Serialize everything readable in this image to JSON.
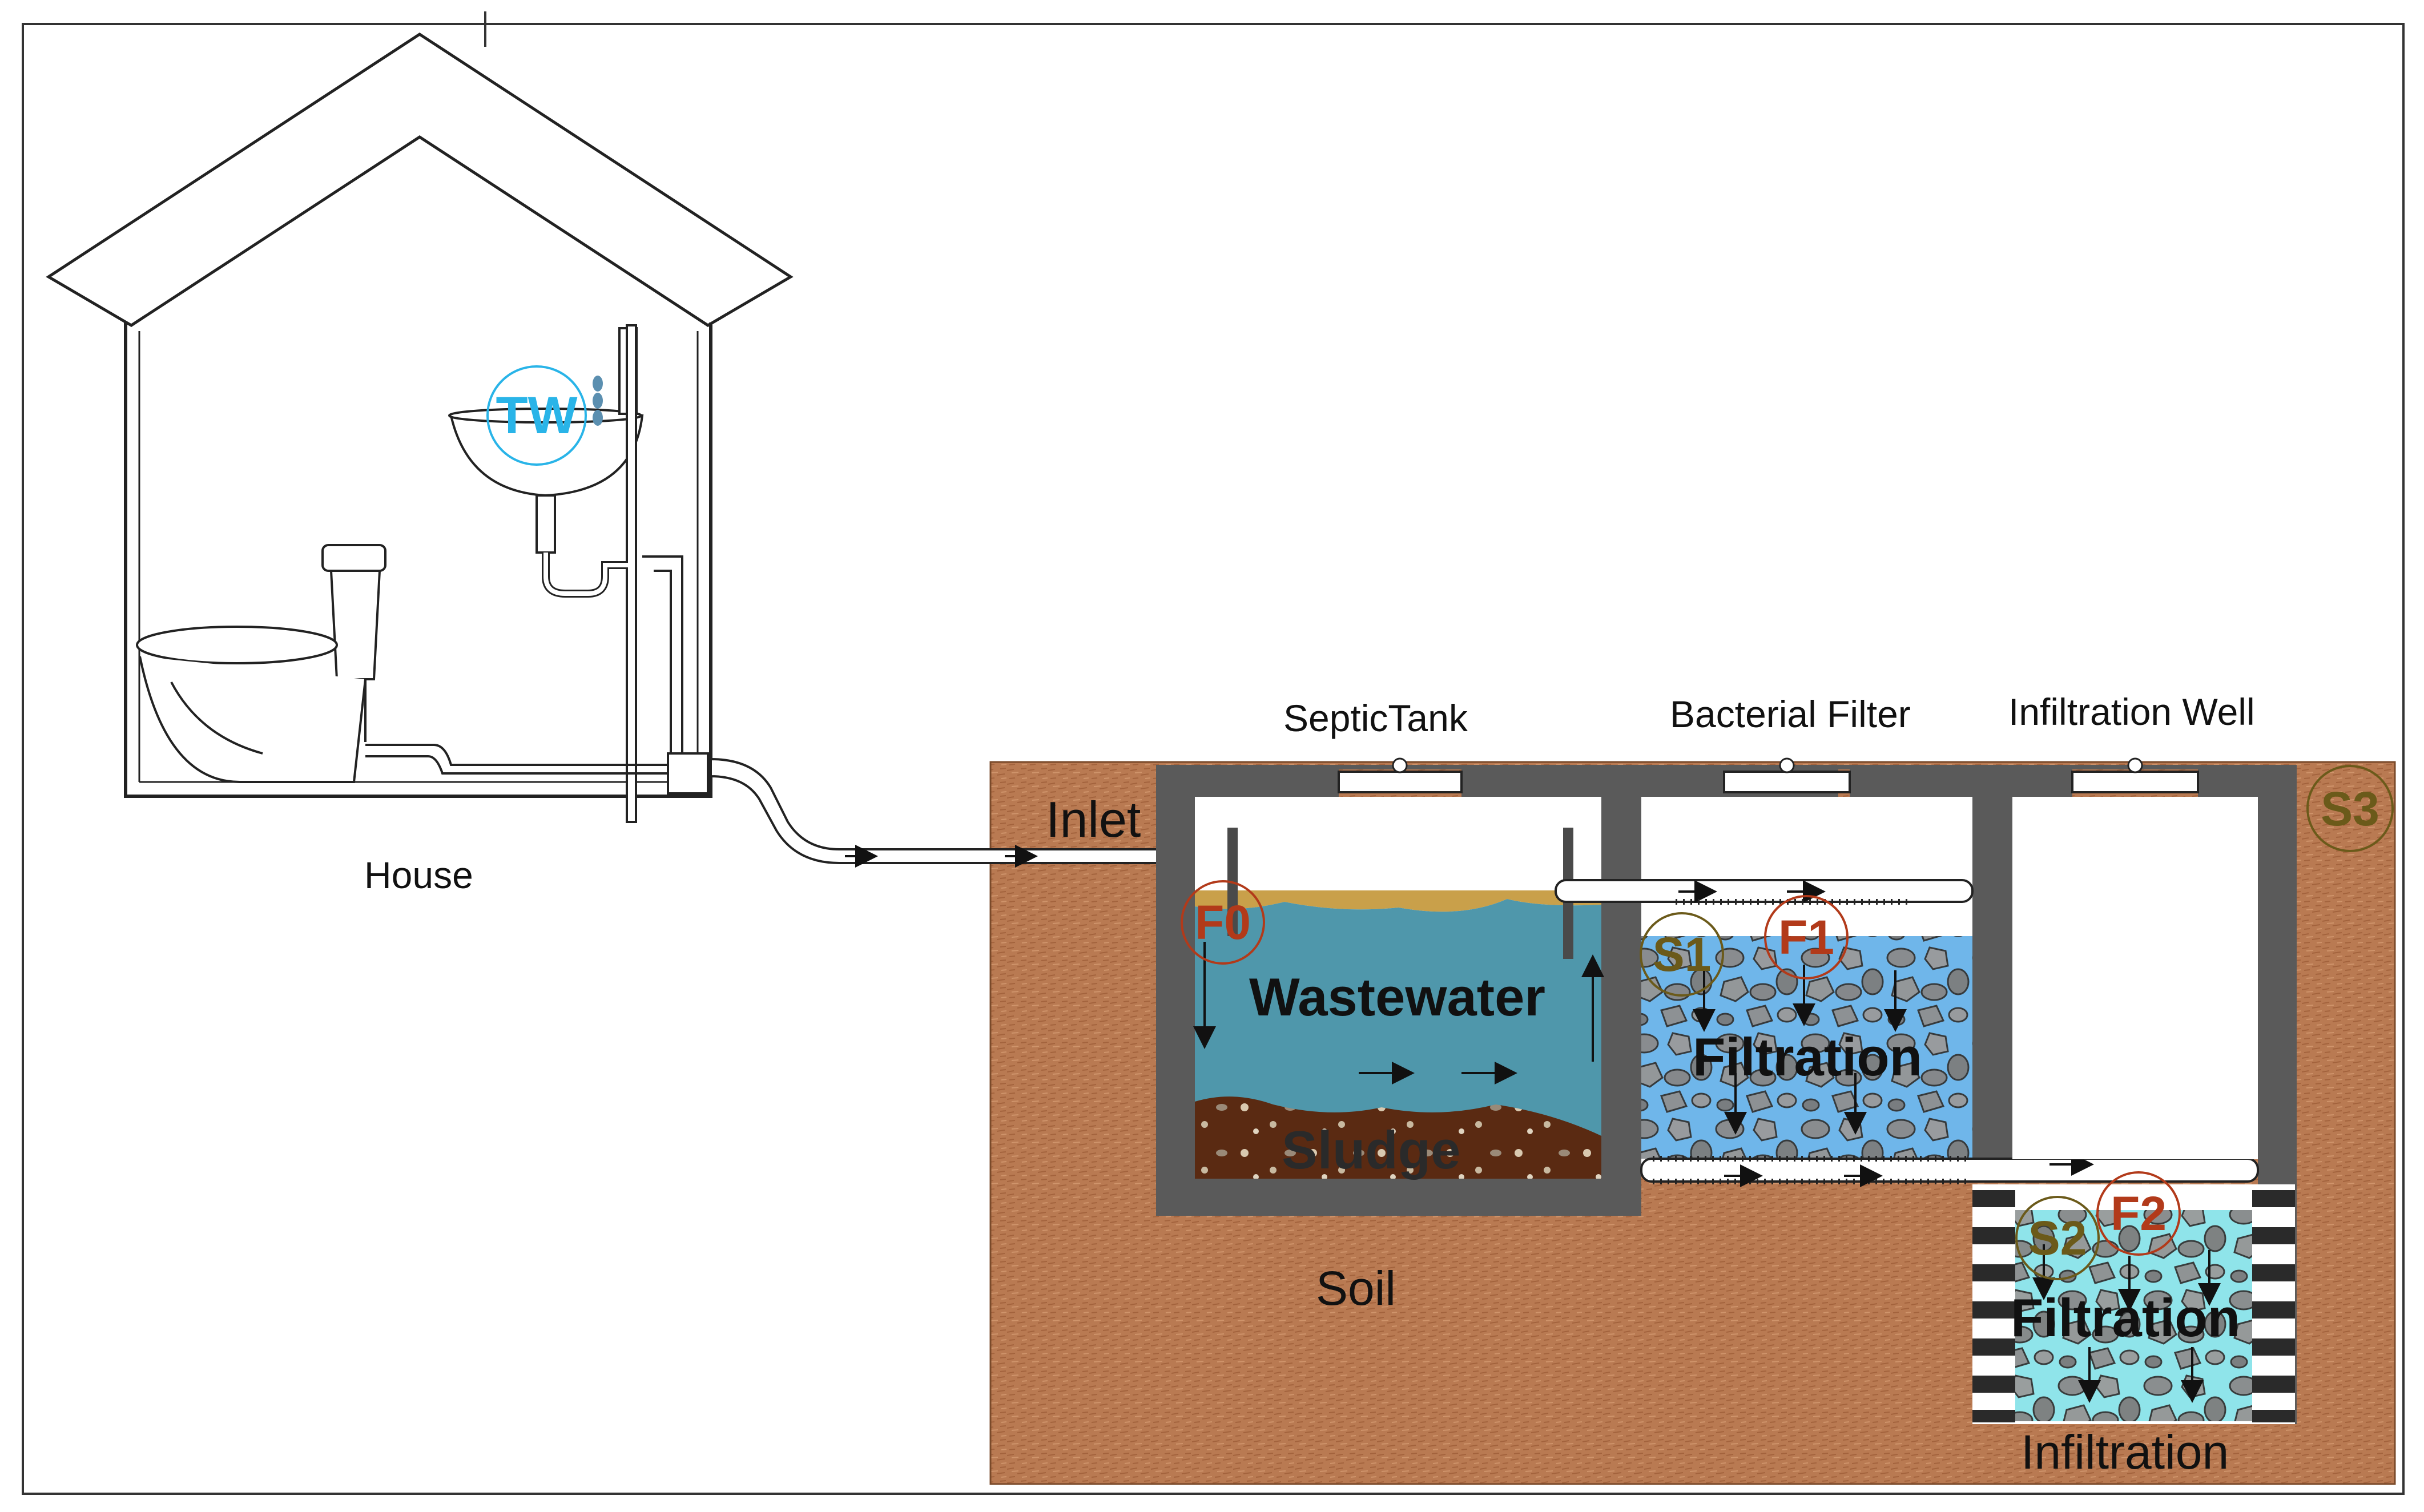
{
  "labels": {
    "house": "House",
    "septic_tank": "SepticTank",
    "bacterial_filter": "Bacterial Filter",
    "infiltration_well": "Infiltration Well",
    "inlet": "Inlet",
    "wastewater": "Wastewater",
    "sludge": "Sludge",
    "filtration_1": "Filtration",
    "filtration_2": "Filtration",
    "soil": "Soil",
    "infiltration": "Infiltration"
  },
  "markers": {
    "tw": "TW",
    "f0": "F0",
    "f1": "F1",
    "f2": "F2",
    "s1": "S1",
    "s2": "S2",
    "s3": "S3"
  },
  "colors": {
    "soil": "#b97a52",
    "concrete": "#5a5a5a",
    "wastewater": "#4f97ab",
    "scum": "#c9a04a",
    "sludge": "#5a2a12",
    "filter_water": "#6fb6ea",
    "well_water": "#8fe4ea",
    "stone": "#8a8a8a",
    "tw_marker": "#29b4e8",
    "f_marker": "#b23a1a",
    "s_marker": "#6b5a1a"
  }
}
